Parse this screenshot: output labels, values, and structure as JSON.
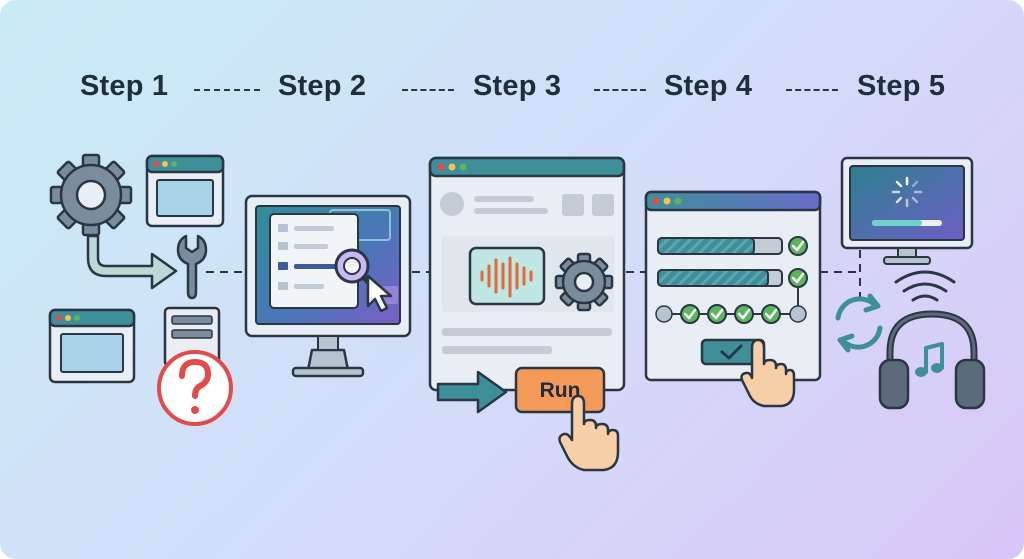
{
  "steps": [
    {
      "label": "Step 1"
    },
    {
      "label": "Step 2"
    },
    {
      "label": "Step 3"
    },
    {
      "label": "Step 4"
    },
    {
      "label": "Step 5"
    }
  ],
  "step3": {
    "run_button_label": "Run"
  },
  "icons": [
    "gear-icon",
    "browser-window-icon",
    "arrow-right-icon",
    "wrench-icon",
    "server-icon",
    "question-mark-icon",
    "monitor-icon",
    "magnifier-icon",
    "cursor-icon",
    "audio-waveform-icon",
    "hand-pointer-icon",
    "checkmark-icon",
    "loading-spinner-icon",
    "refresh-icon",
    "wifi-signal-icon",
    "headphones-icon",
    "music-note-icon"
  ],
  "colors": {
    "outline": "#2a3644",
    "teal": "#3f8f9b",
    "light_panel": "#e8eef3",
    "orange": "#f39a58",
    "green_check": "#5ab55e",
    "red": "#e24b4b",
    "skin": "#f6cfa6"
  }
}
